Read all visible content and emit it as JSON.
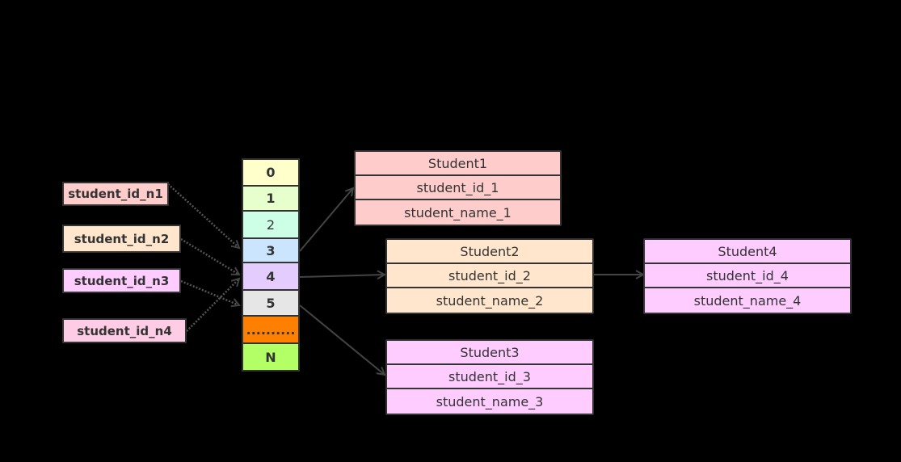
{
  "keys": [
    {
      "label": "student_id_n1",
      "color": "#ffcccc"
    },
    {
      "label": "student_id_n2",
      "color": "#ffe6cc"
    },
    {
      "label": "student_id_n3",
      "color": "#ffccff"
    },
    {
      "label": "student_id_n4",
      "color": "#ffcce6"
    }
  ],
  "buckets": [
    {
      "label": "0",
      "color": "#ffffcc"
    },
    {
      "label": "1",
      "color": "#e6ffcc"
    },
    {
      "label": "2",
      "color": "#ccffe6"
    },
    {
      "label": "3",
      "color": "#cce5ff"
    },
    {
      "label": "4",
      "color": "#e5ccff"
    },
    {
      "label": "5",
      "color": "#e6e6e6"
    },
    {
      "label": "..........",
      "color": "#ff8000"
    },
    {
      "label": "N",
      "color": "#b3ff66"
    }
  ],
  "records": [
    {
      "title": "Student1",
      "id": "student_id_1",
      "name": "student_name_1",
      "color": "#ffcccc"
    },
    {
      "title": "Student2",
      "id": "student_id_2",
      "name": "student_name_2",
      "color": "#ffe6cc"
    },
    {
      "title": "Student3",
      "id": "student_id_3",
      "name": "student_name_3",
      "color": "#ffccff"
    },
    {
      "title": "Student4",
      "id": "student_id_4",
      "name": "student_name_4",
      "color": "#ffccff"
    }
  ]
}
